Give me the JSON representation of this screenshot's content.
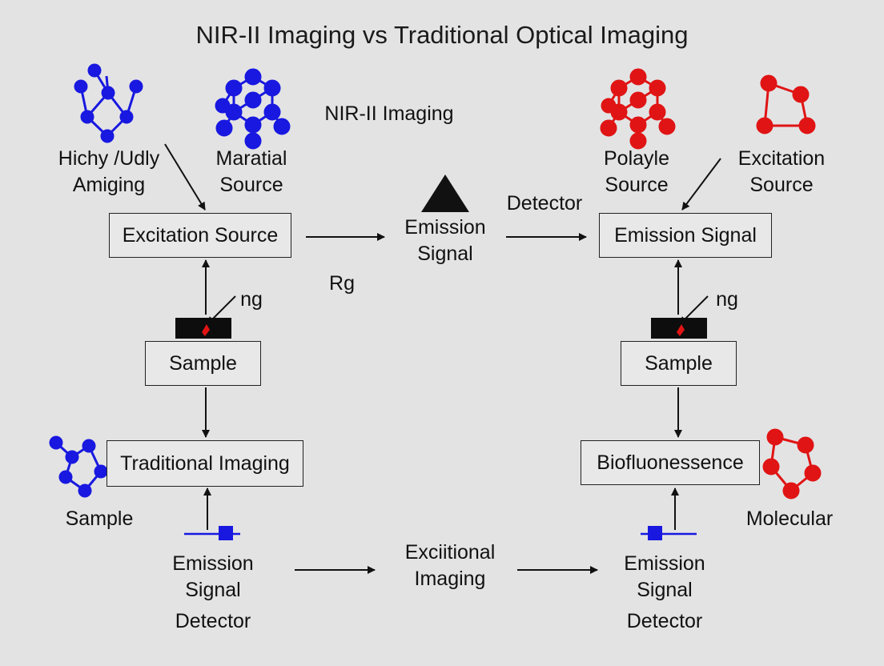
{
  "title": "NIR-II Imaging vs Traditional Optical Imaging",
  "labels": {
    "hichy": "Hichy /Udly\nAmiging",
    "maratial": "Maratial\nSource",
    "nir_ii_imaging": "NIR-II Imaging",
    "polayle": "Polayle\nSource",
    "excitation_source_right": "Excitation\nSource",
    "detector_top": "Detector",
    "emission_signal_center": "Emission\nSignal",
    "rg": "Rg",
    "ng_left": "ng",
    "ng_right": "ng",
    "sample_left_label": "Sample",
    "molecular": "Molecular",
    "emission_signal_bottom_left": "Emission\nSignal",
    "detector_bottom_left": "Detector",
    "exciitional_imaging": "Exciitional\nImaging",
    "emission_signal_bottom_right": "Emission\nSignal",
    "detector_bottom_right": "Detector"
  },
  "boxes": {
    "excitation_source": "Excitation Source",
    "emission_signal": "Emission Signal",
    "sample_left": "Sample",
    "sample_right": "Sample",
    "traditional_imaging": "Traditional Imaging",
    "biofluoressence": "Biofluonessence"
  },
  "colors": {
    "background": "#e3e3e4",
    "molecule_blue": "#1818e0",
    "molecule_red": "#e01414",
    "triangle": "#111111",
    "sample_chip": "#0d0d0d",
    "sample_chip_mark": "#e01414"
  }
}
